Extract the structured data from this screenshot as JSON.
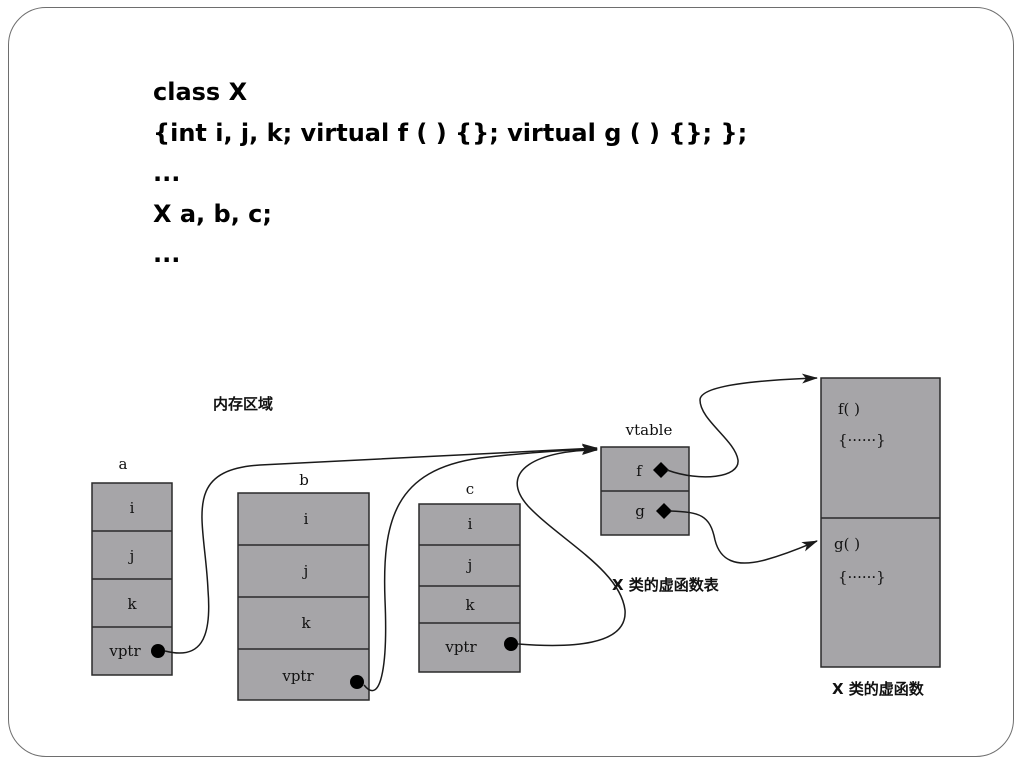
{
  "code_lines": [
    "class X",
    "{int i, j, k; virtual f ( ) {}; virtual g ( ) {}; };",
    "...",
    "X a, b, c;",
    "..."
  ],
  "diagram": {
    "memory_area_label": "内存区域",
    "objects": [
      {
        "name": "a",
        "fields": [
          "i",
          "j",
          "k",
          "vptr"
        ]
      },
      {
        "name": "b",
        "fields": [
          "i",
          "j",
          "k",
          "vptr"
        ]
      },
      {
        "name": "c",
        "fields": [
          "i",
          "j",
          "k",
          "vptr"
        ]
      }
    ],
    "vtable": {
      "title": "vtable",
      "entries": [
        "f",
        "g"
      ],
      "caption": "X 类的虚函数表"
    },
    "functions": {
      "items": [
        {
          "name": "f( )",
          "body": "{······}"
        },
        {
          "name": "g( )",
          "body": "{······}"
        }
      ],
      "caption": "X 类的虚函数"
    },
    "colors": {
      "box_fill": "#a6a5a8",
      "stroke": "#2a2a2a",
      "frame": "#6e6e6e"
    }
  }
}
